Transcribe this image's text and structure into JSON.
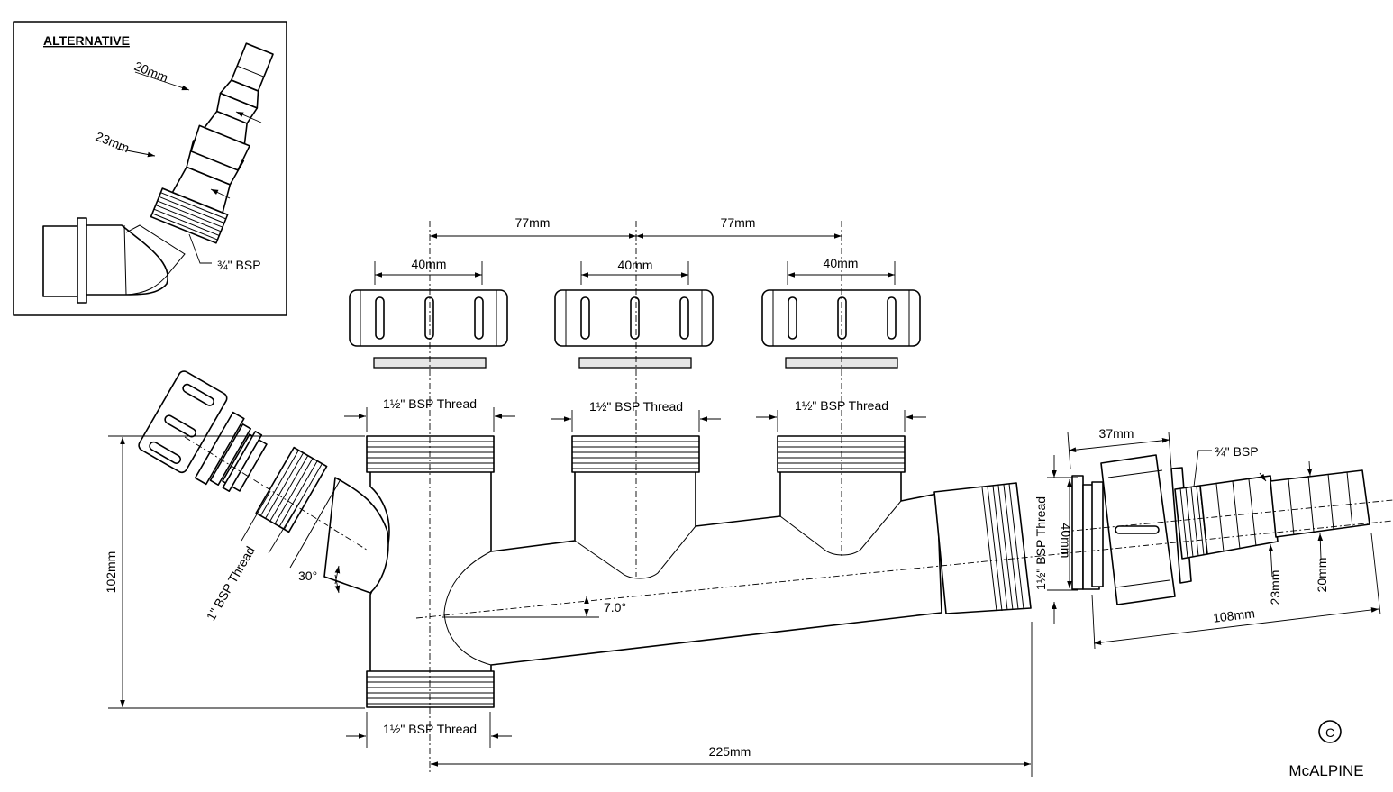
{
  "inset": {
    "title": "ALTERNATIVE",
    "labels": {
      "d20": "20mm",
      "d23": "23mm",
      "bsp": "¾\" BSP"
    }
  },
  "dimensions": {
    "spacing_left": "77mm",
    "spacing_right": "77mm",
    "nut1": "40mm",
    "nut2": "40mm",
    "nut3": "40mm",
    "thread1": "1½\" BSP Thread",
    "thread2": "1½\" BSP Thread",
    "thread3": "1½\" BSP Thread",
    "thread_bottom": "1½\" BSP Thread",
    "thread_side": "1\" BSP Thread",
    "thread_outlet": "1½\" BSP Thread",
    "height": "102mm",
    "length": "225mm",
    "angle_inlet": "30°",
    "angle_fall": "7.0°",
    "outlet_dia": "40mm",
    "nut_width": "37mm",
    "hose_bsp": "¾\" BSP",
    "hose_23": "23mm",
    "hose_20": "20mm",
    "hose_len": "108mm"
  },
  "branding": {
    "copyright": "©",
    "company": "McALPINE"
  }
}
